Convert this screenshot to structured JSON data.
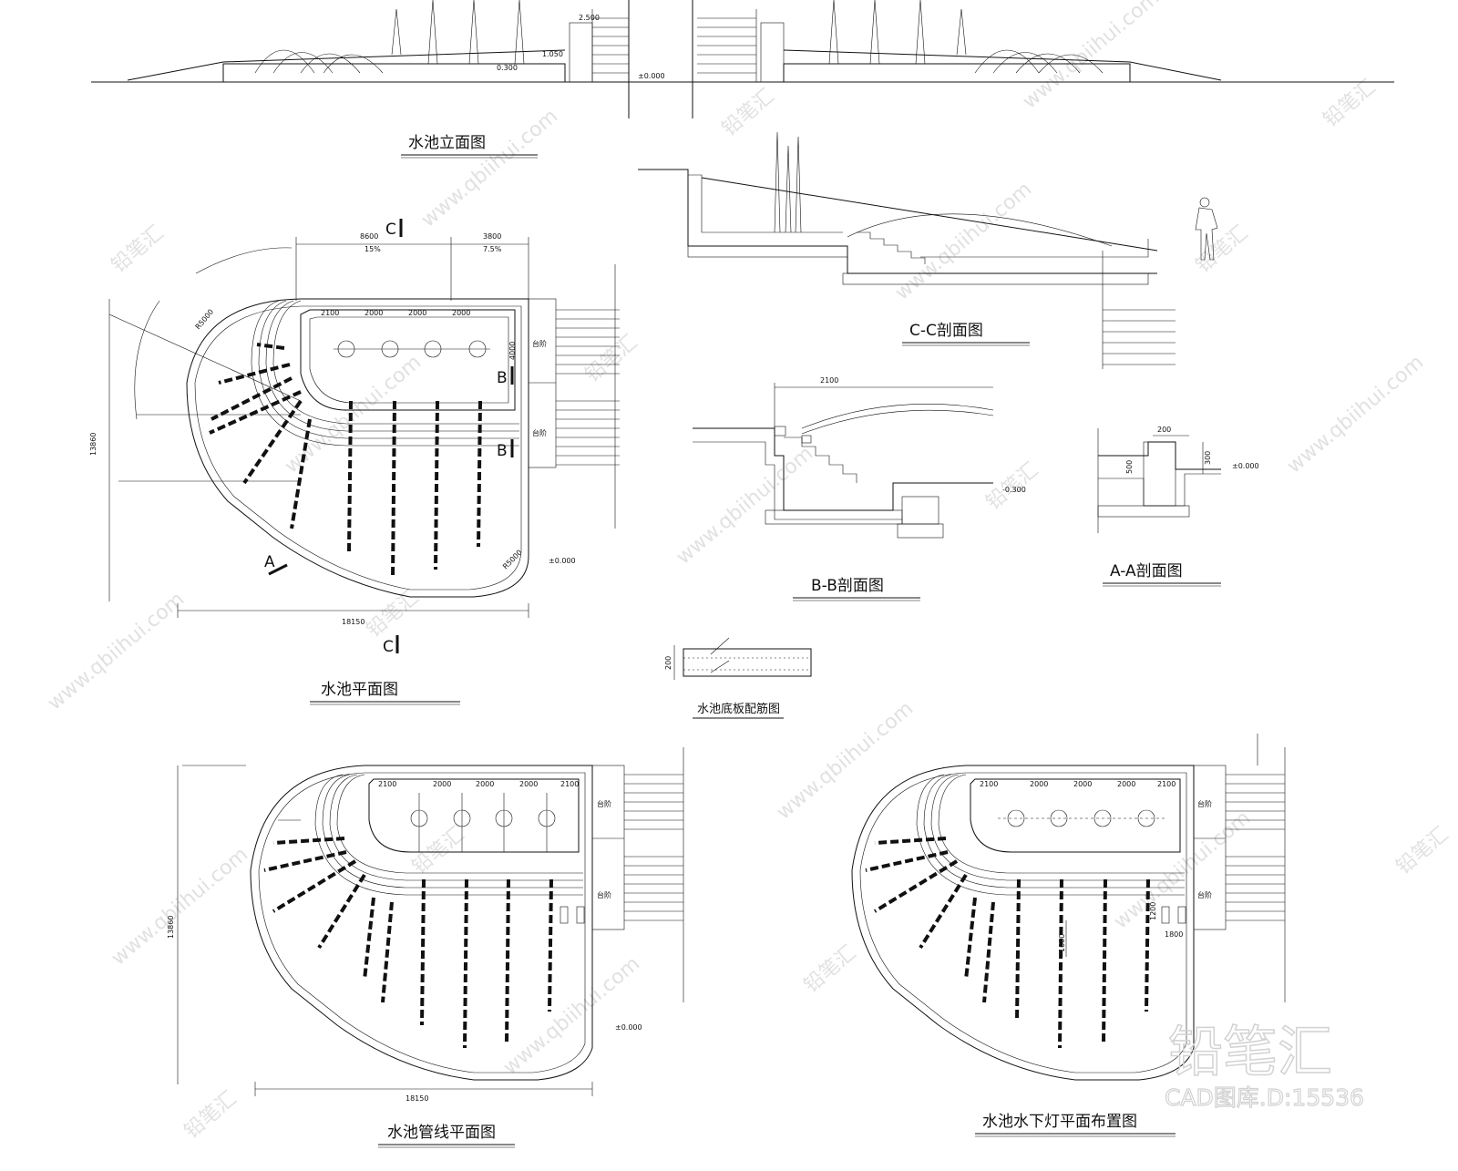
{
  "titles": {
    "elevation": "水池立面图",
    "plan": "水池平面图",
    "section_cc": "C-C剖面图",
    "section_bb": "B-B剖面图",
    "section_aa": "A-A剖面图",
    "bottom_slab": "水池底板配筋图",
    "pipe_plan": "水池管线平面图",
    "light_plan": "水池水下灯平面布置图"
  },
  "section_marks": {
    "c": "C",
    "b": "B",
    "a": "A"
  },
  "elevation_labels": [
    "±0.000",
    "2.500",
    "1.050",
    "0.300"
  ],
  "plan_dims": {
    "top": [
      "8600",
      "3800"
    ],
    "slope": [
      "15%",
      "7.5%"
    ],
    "inner": [
      "2100",
      "2000",
      "2000",
      "2000"
    ],
    "overall_width": "18150",
    "overall_height": "13860",
    "inner_height": "4000",
    "radius_1": "R5000",
    "radius_2": "R5000",
    "level": "±0.000",
    "right_labels": [
      "台阶",
      "台阶"
    ]
  },
  "pipe_dims": {
    "top": [
      "2100",
      "2000",
      "2000",
      "2000",
      "2100"
    ],
    "overall_width": "18150",
    "overall_height": "13860",
    "level": "±0.000",
    "right_labels": [
      "台阶",
      "台阶"
    ]
  },
  "light_dims": {
    "top": [
      "2100",
      "2000",
      "2000",
      "2000",
      "2100"
    ],
    "side": [
      "1000",
      "1800",
      "1200"
    ],
    "right_labels": [
      "台阶",
      "台阶"
    ]
  },
  "section_dims": {
    "bb_width": "2100",
    "bb_levels": [
      "-0.300"
    ],
    "aa_dims": [
      "200",
      "500",
      "300"
    ],
    "aa_level": "±0.000",
    "slab_thickness": "200"
  },
  "watermark": {
    "text": "www.qbiihui.com",
    "brand": "铅笔汇"
  },
  "brand": {
    "name": "铅笔汇",
    "id": "CAD图库.D:15536"
  }
}
